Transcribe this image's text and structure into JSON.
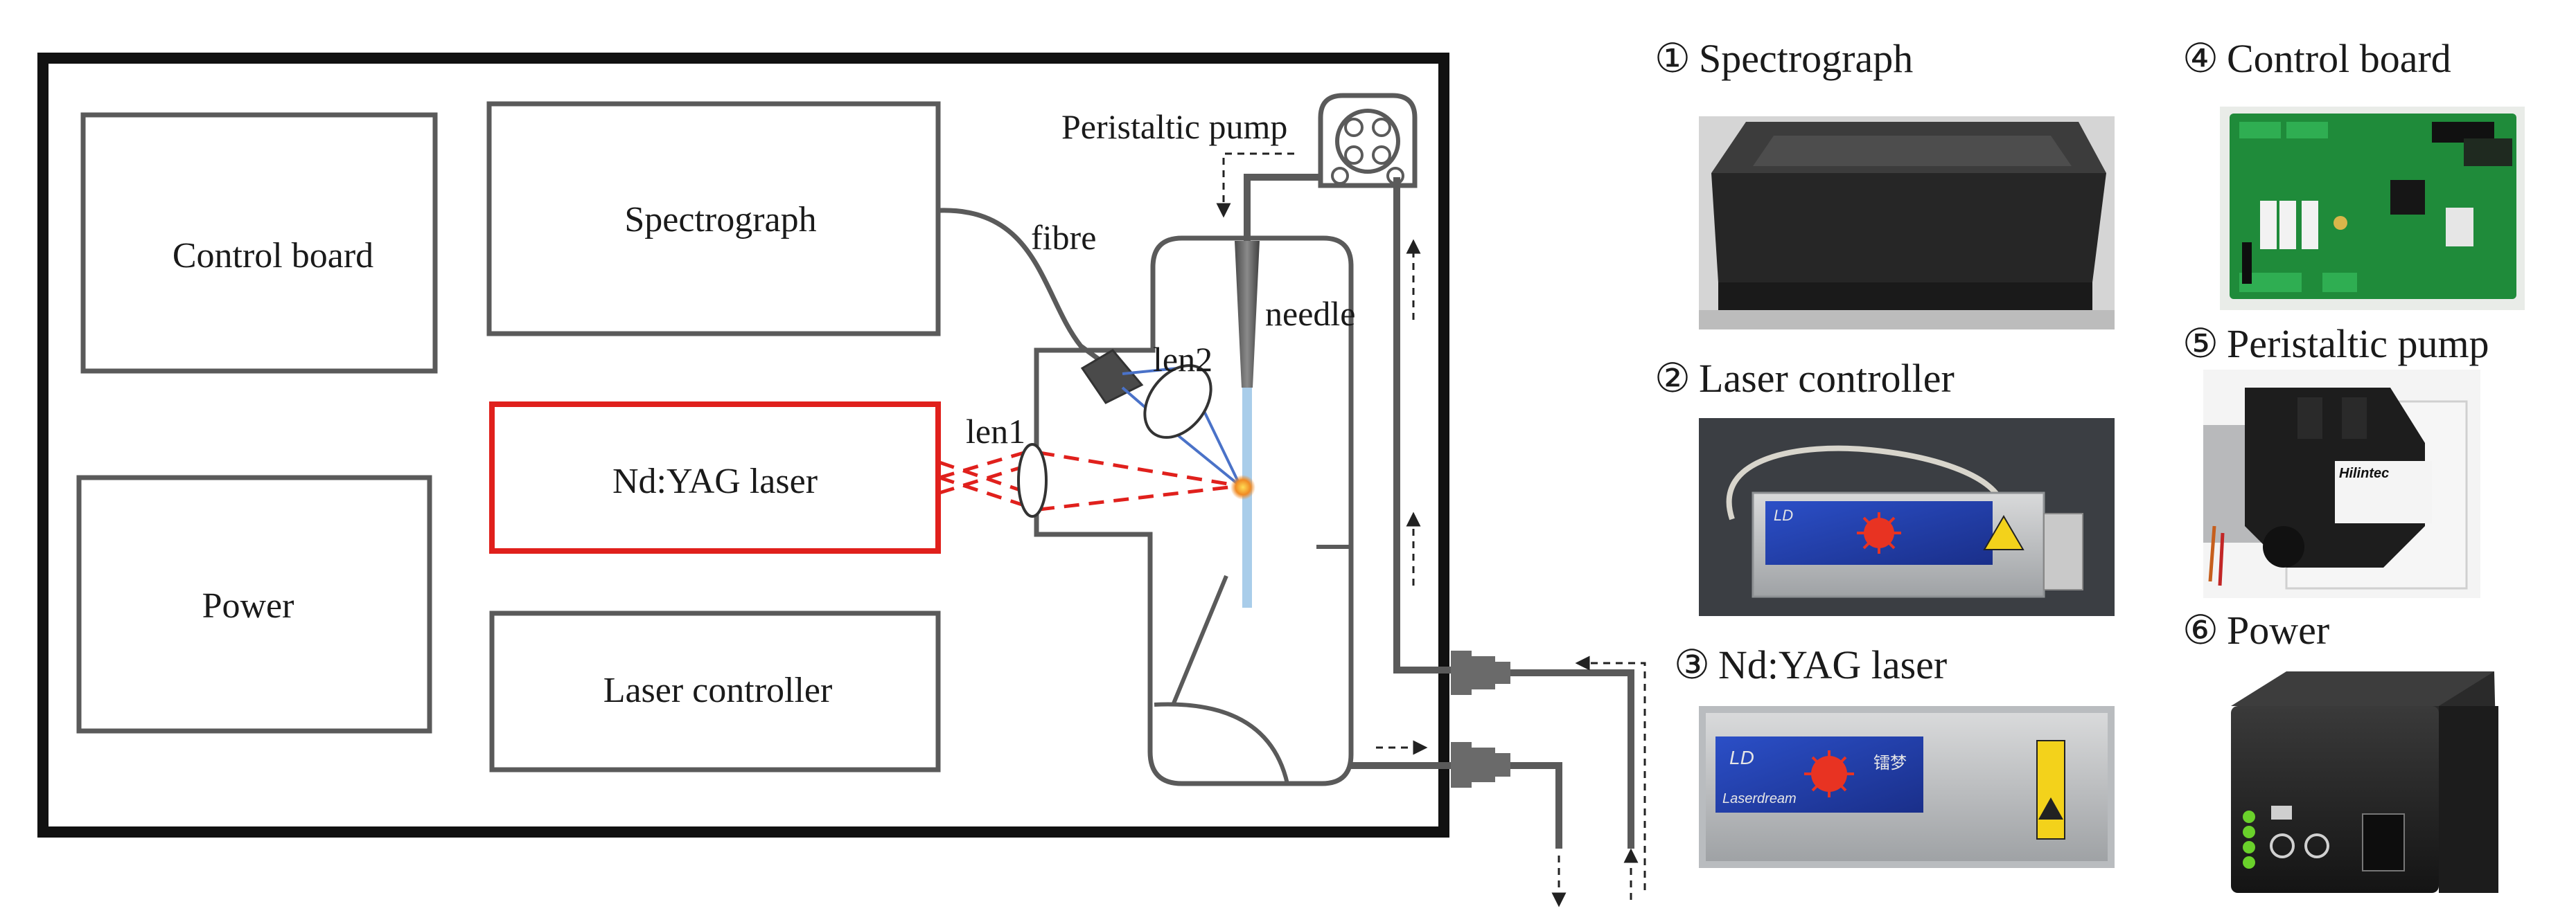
{
  "schematic": {
    "boxes": {
      "control_board": "Control board",
      "spectrograph": "Spectrograph",
      "laser": "Nd:YAG laser",
      "power": "Power",
      "laser_controller": "Laser controller"
    },
    "labels": {
      "pump": "Peristaltic pump",
      "fibre": "fibre",
      "needle": "needle",
      "lens1": "len1",
      "lens2": "len2"
    }
  },
  "photos": [
    {
      "num": "①",
      "label": "Spectrograph"
    },
    {
      "num": "②",
      "label": "Laser controller"
    },
    {
      "num": "③",
      "label": "Nd:YAG laser"
    },
    {
      "num": "④",
      "label": "Control board"
    },
    {
      "num": "⑤",
      "label": "Peristaltic pump"
    },
    {
      "num": "⑥",
      "label": "Power"
    }
  ],
  "photo_marks": {
    "laser_brand": "LD",
    "laser_maker": "Laserdream",
    "laser_maker_cn": "镭梦",
    "pump_brand": "Hilintec"
  },
  "colors": {
    "frame": "#111111",
    "box": "#5a5a5a",
    "laser_box": "#e0201c",
    "laser_beam": "#e0201c",
    "collect_light": "#4a72c8",
    "liquid_jet": "#a9cdea"
  }
}
